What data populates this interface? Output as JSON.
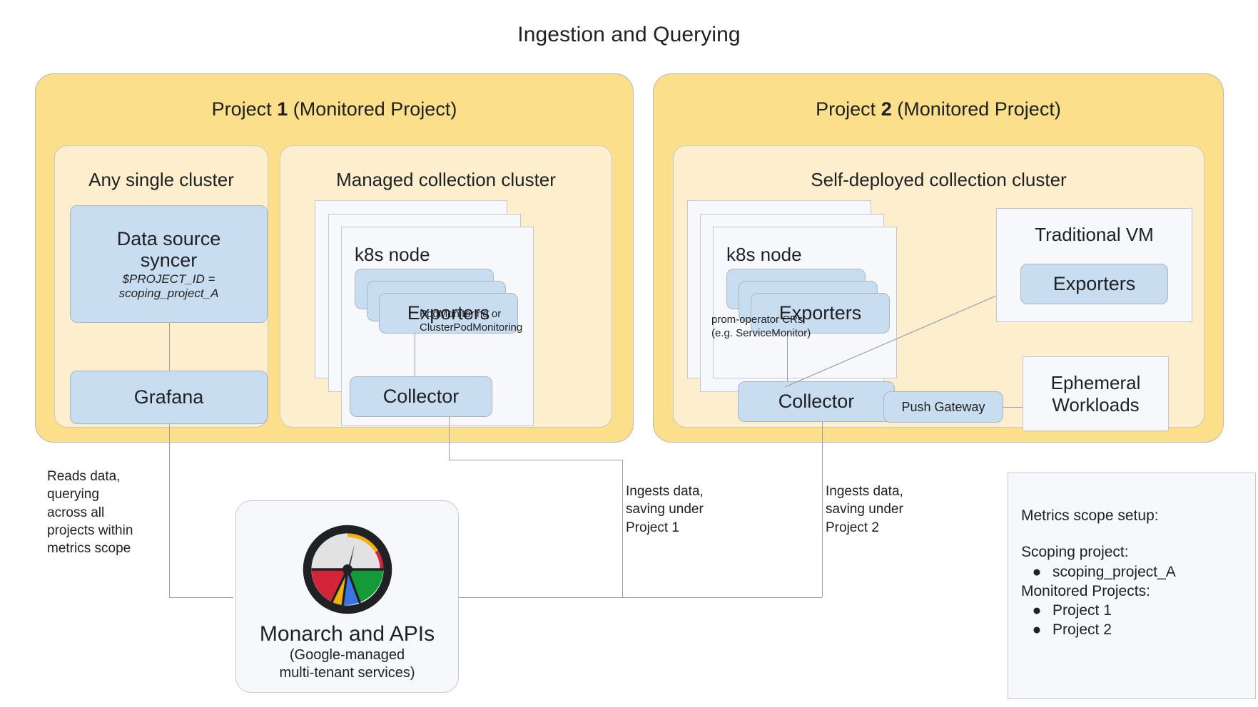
{
  "diagram": {
    "title": "Ingestion and Querying",
    "type": "architecture-diagram"
  },
  "project1": {
    "label_prefix": "Project ",
    "label_number": "1",
    "label_suffix": " (Monitored Project)",
    "clusters": [
      {
        "name": "Any single cluster",
        "components": [
          {
            "name": "Data source syncer",
            "line1": "Data source",
            "line2": "syncer",
            "sub1": "$PROJECT_ID =",
            "sub2": "scoping_project_A"
          },
          {
            "name": "Grafana",
            "line1": "Grafana"
          }
        ]
      },
      {
        "name": "Managed collection cluster",
        "node_label": "k8s node",
        "exporters_label": "Exporters",
        "collector_label": "Collector",
        "edge_note_line1": "PodMonitoring or",
        "edge_note_line2": "ClusterPodMonitoring"
      }
    ]
  },
  "project2": {
    "label_prefix": "Project ",
    "label_number": "2",
    "label_suffix": " (Monitored Project)",
    "cluster_name": "Self-deployed collection cluster",
    "node_label": "k8s node",
    "exporters_label": "Exporters",
    "collector_label": "Collector",
    "push_gateway_label": "Push Gateway",
    "edge_note_line1": "prom-operator CRs",
    "edge_note_line2": "(e.g. ServiceMonitor)",
    "vm_label": "Traditional VM",
    "vm_exporters_label": "Exporters",
    "ephemeral_line1": "Ephemeral",
    "ephemeral_line2": "Workloads"
  },
  "monarch": {
    "title": "Monarch and APIs",
    "subtitle_line1": "(Google-managed",
    "subtitle_line2": "multi-tenant services)",
    "icon": "cloud-monitoring-gauge-icon",
    "icon_colors": {
      "ring": "#202124",
      "dial": "#e0e0e0",
      "red": "#d2253a",
      "yellow": "#f2b20d",
      "blue": "#3d74e3",
      "green": "#149a38"
    }
  },
  "annotations": {
    "reads": "Reads data,\nquerying\nacross all\nprojects within\nmetrics scope",
    "ingest1": "Ingests data,\nsaving under\nProject 1",
    "ingest2": "Ingests data,\nsaving under\nProject 2"
  },
  "legend": {
    "heading": "Metrics scope setup:",
    "scoping_heading": "Scoping project:",
    "scoping_items": [
      "scoping_project_A"
    ],
    "monitored_heading": "Monitored Projects:",
    "monitored_items": [
      "Project 1",
      "Project 2"
    ],
    "bullet": "●"
  },
  "colors": {
    "project_panel": "#fbdf8a",
    "cluster_panel": "#fdeecd",
    "component": "#c9ddf0",
    "node_card": "#f6f8fb",
    "line": "#9aa0a6"
  }
}
